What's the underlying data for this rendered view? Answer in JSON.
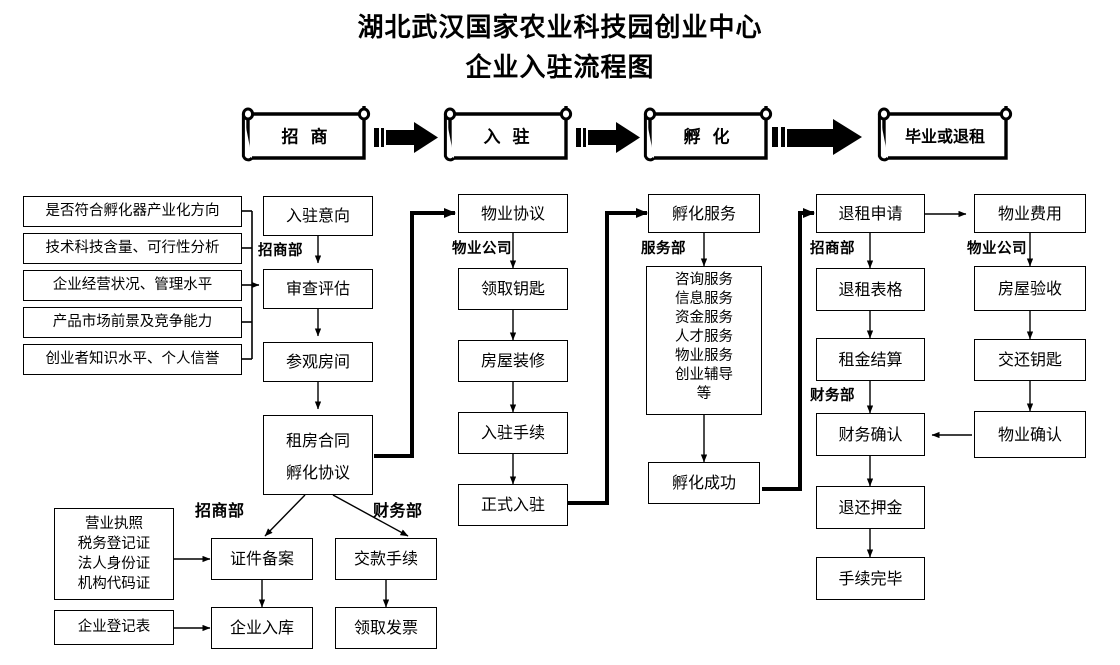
{
  "header": {
    "title_line1": "湖北武汉国家农业科技园创业中心",
    "title_line2": "企业入驻流程图"
  },
  "stages": [
    {
      "label": "招  商"
    },
    {
      "label": "入  驻"
    },
    {
      "label": "孵  化"
    },
    {
      "label": "毕业或退租"
    }
  ],
  "criteria": [
    {
      "label": "是否符合孵化器产业化方向"
    },
    {
      "label": "技术科技含量、可行性分析"
    },
    {
      "label": "企业经营状况、管理水平"
    },
    {
      "label": "产品市场前景及竞争能力"
    },
    {
      "label": "创业者知识水平、个人信誉"
    }
  ],
  "col_attract": {
    "dept": "招商部",
    "steps": [
      {
        "label": "入驻意向"
      },
      {
        "label": "审查评估"
      },
      {
        "label": "参观房间"
      }
    ],
    "contract": {
      "line1": "租房合同",
      "line2": "孵化协议"
    }
  },
  "col_property": {
    "dept": "物业公司",
    "steps": [
      {
        "label": "物业协议"
      },
      {
        "label": "领取钥匙"
      },
      {
        "label": "房屋装修"
      },
      {
        "label": "入驻手续"
      },
      {
        "label": "正式入驻"
      }
    ]
  },
  "col_service": {
    "dept": "服务部",
    "head": {
      "label": "孵化服务"
    },
    "services": [
      "咨询服务",
      "信息服务",
      "资金服务",
      "人才服务",
      "物业服务",
      "创业辅导",
      "等"
    ],
    "tail": {
      "label": "孵化成功"
    }
  },
  "col_exit": {
    "dept1": "招商部",
    "dept2": "财务部",
    "steps": [
      {
        "label": "退租申请"
      },
      {
        "label": "退租表格"
      },
      {
        "label": "租金结算"
      },
      {
        "label": "财务确认"
      },
      {
        "label": "退还押金"
      },
      {
        "label": "手续完毕"
      }
    ]
  },
  "col_handover": {
    "dept": "物业公司",
    "steps": [
      {
        "label": "物业费用"
      },
      {
        "label": "房屋验收"
      },
      {
        "label": "交还钥匙"
      },
      {
        "label": "物业确认"
      }
    ]
  },
  "bottom": {
    "documents": [
      "营业执照",
      "税务登记证",
      "法人身份证",
      "机构代码证"
    ],
    "registration_form": "企业登记表",
    "dept_left": "招商部",
    "dept_right": "财务部",
    "filing": "证件备案",
    "enter_db": "企业入库",
    "payment": "交款手续",
    "invoice": "领取发票"
  },
  "colors": {
    "ink": "#000000",
    "paper": "#ffffff"
  }
}
